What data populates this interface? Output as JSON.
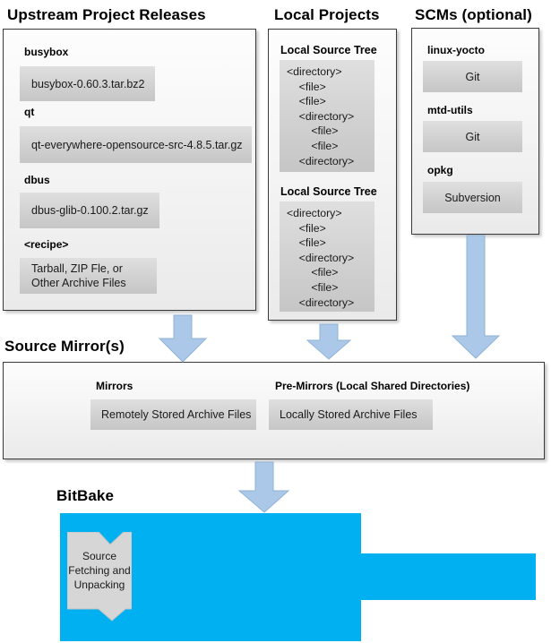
{
  "columns": {
    "upstream": {
      "title": "Upstream Project Releases",
      "items": [
        {
          "label": "busybox",
          "box": "busybox-0.60.3.tar.bz2"
        },
        {
          "label": "qt",
          "box": "qt-everywhere-opensource-src-4.8.5.tar.gz"
        },
        {
          "label": "dbus",
          "box": "dbus-glib-0.100.2.tar.gz"
        },
        {
          "label": "<recipe>",
          "box_lines": [
            "Tarball, ZIP Fle, or",
            "Other Archive Files"
          ]
        }
      ]
    },
    "local": {
      "title": "Local Projects",
      "trees": [
        {
          "heading": "Local Source Tree",
          "lines": [
            "<directory>",
            "    <file>",
            "    <file>",
            "    <directory>",
            "        <file>",
            "        <file>",
            "    <directory>"
          ]
        },
        {
          "heading": "Local Source Tree",
          "lines": [
            "<directory>",
            "    <file>",
            "    <file>",
            "    <directory>",
            "        <file>",
            "        <file>",
            "    <directory>"
          ]
        }
      ]
    },
    "scms": {
      "title": "SCMs (optional)",
      "items": [
        {
          "label": "linux-yocto",
          "box": "Git"
        },
        {
          "label": "mtd-utils",
          "box": "Git"
        },
        {
          "label": "opkg",
          "box": "Subversion"
        }
      ]
    }
  },
  "mirrors": {
    "title": "Source Mirror(s)",
    "groups": [
      {
        "label": "Mirrors",
        "box": "Remotely Stored Archive Files"
      },
      {
        "label": "Pre-Mirrors (Local Shared Directories)",
        "box": "Locally Stored Archive Files"
      }
    ]
  },
  "bitbake": {
    "title": "BitBake",
    "ribbon": "Source\nFetching and\nUnpacking"
  },
  "colors": {
    "bitbake_cyan": "#00b0f0",
    "arrow_fill": "#abc8e8",
    "arrow_stroke": "#8fb2d6",
    "inner_box_gray": "#d2d2d2",
    "panel_border": "#3a3a3a"
  }
}
